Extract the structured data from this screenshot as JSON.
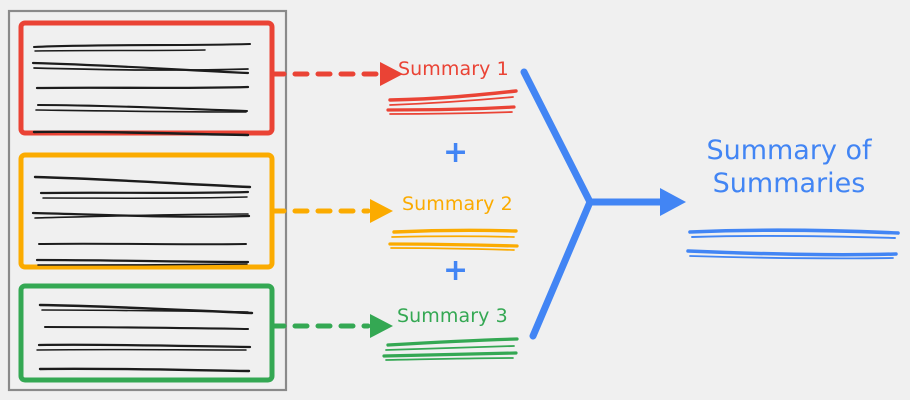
{
  "diagram": {
    "title_visible": false,
    "background_color": "#f0f0f0",
    "document_frame": {
      "name": "source-documents-container",
      "border_color": "#8a8a8a"
    },
    "source_groups": [
      {
        "id": "group-1",
        "color": "#ea4335",
        "line_count": 5,
        "arrow_label": "dashed-arrow-red"
      },
      {
        "id": "group-2",
        "color": "#fbab00",
        "line_count": 5,
        "arrow_label": "dashed-arrow-orange"
      },
      {
        "id": "group-3",
        "color": "#34a853",
        "line_count": 4,
        "arrow_label": "dashed-arrow-green"
      }
    ],
    "summaries": [
      {
        "label": "Summary 1",
        "color": "#ea4335",
        "scribble_lines": 2
      },
      {
        "label": "Summary 2",
        "color": "#fbab00",
        "scribble_lines": 2
      },
      {
        "label": "Summary 3",
        "color": "#34a853",
        "scribble_lines": 2
      }
    ],
    "operators": [
      {
        "symbol": "+",
        "color": "#4285f4"
      },
      {
        "symbol": "+",
        "color": "#4285f4"
      }
    ],
    "merge": {
      "color": "#4285f4",
      "name": "merge-connector"
    },
    "final_output": {
      "line_1": "Summary of",
      "line_2": "Summaries",
      "color": "#4285f4",
      "scribble_lines": 2
    }
  }
}
